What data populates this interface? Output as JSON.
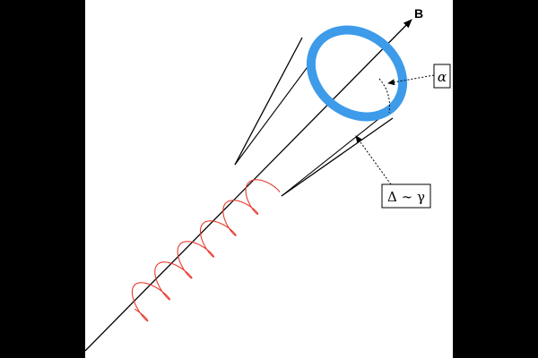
{
  "field_label": "B",
  "pitch_angle_label": "α",
  "cone_width_label": "Δ ∼ γ",
  "colors": {
    "background": "#000000",
    "panel": "#ffffff",
    "field_line": "#000000",
    "helix": "#e8392c",
    "ring": "#3d9be9",
    "ink": "#000000"
  }
}
